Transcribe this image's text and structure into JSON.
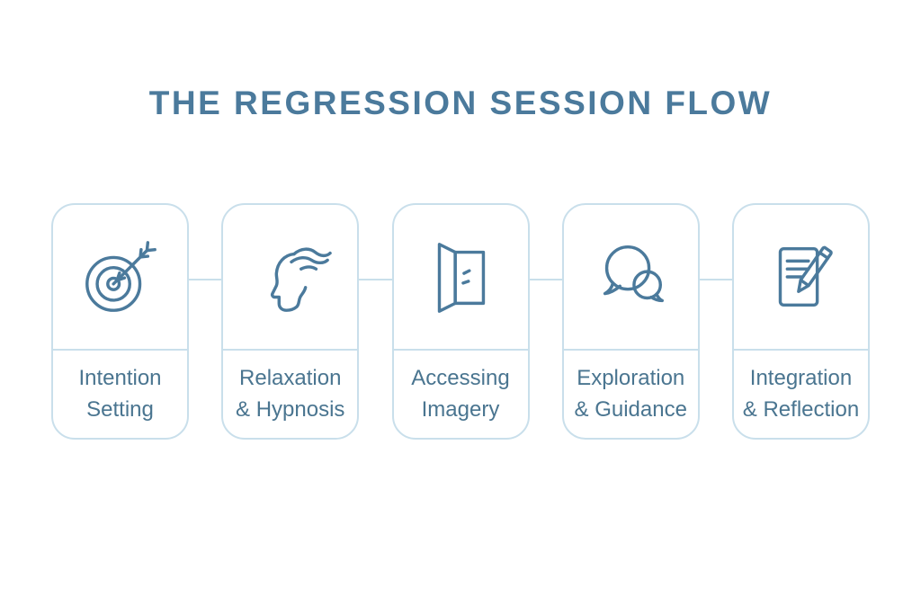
{
  "title": "THE REGRESSION SESSION FLOW",
  "colors": {
    "accent": "#4b7a9c",
    "text": "#4a7590",
    "line": "#c9dfeb",
    "background": "#ffffff"
  },
  "steps": [
    {
      "icon": "target-icon",
      "line1": "Intention",
      "line2": "Setting"
    },
    {
      "icon": "head-profile-icon",
      "line1": "Relaxation",
      "line2": "& Hypnosis"
    },
    {
      "icon": "open-door-icon",
      "line1": "Accessing",
      "line2": "Imagery"
    },
    {
      "icon": "speech-bubbles-icon",
      "line1": "Exploration",
      "line2": "& Guidance"
    },
    {
      "icon": "document-pencil-icon",
      "line1": "Integration",
      "line2": "& Reflection"
    }
  ]
}
